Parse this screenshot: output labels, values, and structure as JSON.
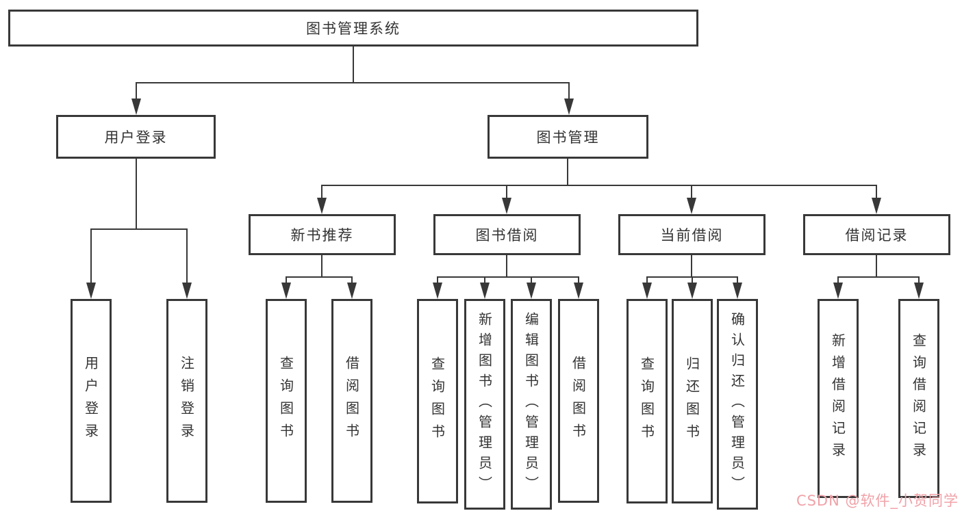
{
  "diagram": {
    "root": {
      "label": "图书管理系统"
    },
    "level2": [
      {
        "label": "用户登录",
        "children": [
          {
            "label": "用户登录"
          },
          {
            "label": "注销登录"
          }
        ]
      },
      {
        "label": "图书管理",
        "children": [
          {
            "label": "新书推荐",
            "children": [
              {
                "label": "查询图书"
              },
              {
                "label": "借阅图书"
              }
            ]
          },
          {
            "label": "图书借阅",
            "children": [
              {
                "label": "查询图书"
              },
              {
                "label": "新增图书（管理员）"
              },
              {
                "label": "编辑图书（管理员）"
              },
              {
                "label": "借阅图书"
              }
            ]
          },
          {
            "label": "当前借阅",
            "children": [
              {
                "label": "查询图书"
              },
              {
                "label": "归还图书"
              },
              {
                "label": "确认归还（管理员）"
              }
            ]
          },
          {
            "label": "借阅记录",
            "children": [
              {
                "label": "新增借阅记录"
              },
              {
                "label": "查询借阅记录"
              }
            ]
          }
        ]
      }
    ]
  },
  "watermark": {
    "text": "CSDN @软件_小贺同学",
    "color": "#f0a2a8"
  },
  "colors": {
    "line": "#383838",
    "text": "#333333",
    "background": "#ffffff"
  }
}
